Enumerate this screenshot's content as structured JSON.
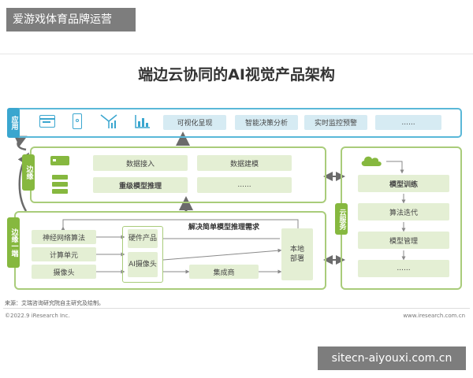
{
  "site_tag": "爱游戏体育品牌运营",
  "footer_tag": "sitecn-aiyouxi.com.cn",
  "title": "端边云协同的AI视觉产品架构",
  "app_layer": {
    "label": "应用",
    "icons": [
      "browser-window-icon",
      "phone-share-icon",
      "signal-tower-icon",
      "bar-chart-icon"
    ],
    "items": [
      "可视化呈现",
      "智能决策分析",
      "实时监控预警",
      "......"
    ]
  },
  "edge_layer": {
    "label": "边缘",
    "items": [
      "数据接入",
      "数据建模",
      "重级模型推理",
      "......"
    ]
  },
  "edge_device_layer": {
    "label": "边缘一端",
    "left_items": [
      "神经网络算法",
      "计算单元",
      "摄像头"
    ],
    "hardware_label": "硬件产品",
    "ai_camera_label": "AI摄像头",
    "integrator_label": "集成商",
    "local_deploy_label": "本地部署",
    "requirement_label": "解决简单模型推理需求"
  },
  "cloud_layer": {
    "label": "云服务",
    "items": [
      "模型训练",
      "算法迭代",
      "模型管理",
      "......"
    ]
  },
  "source": "来源：艾瑞咨询研究院自主研究及绘制。",
  "copyright": "©2022.9 iResearch Inc.",
  "website": "www.iresearch.com.cn",
  "colors": {
    "blue": "#3aa6cf",
    "green": "#86b83f",
    "gray_arrow": "#6b6b6b"
  }
}
